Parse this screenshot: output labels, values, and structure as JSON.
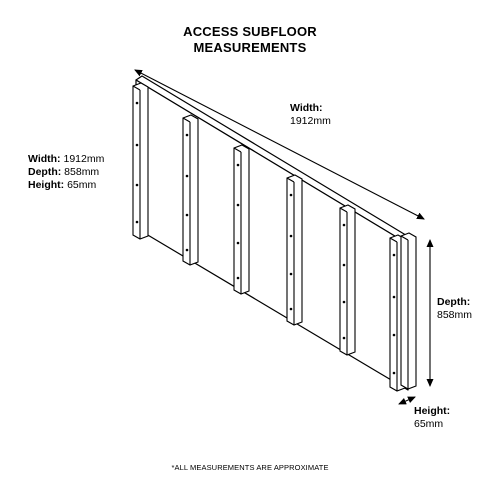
{
  "title_line1": "ACCESS SUBFLOOR",
  "title_line2": "MEASUREMENTS",
  "top_width": {
    "label": "Width:",
    "value": "1912mm"
  },
  "left_summary": {
    "width_label": "Width:",
    "width_value": "1912mm",
    "depth_label": "Depth:",
    "depth_value": "858mm",
    "height_label": "Height:",
    "height_value": "65mm"
  },
  "right_depth": {
    "label": "Depth:",
    "value": "858mm"
  },
  "bottom_height": {
    "label": "Height:",
    "value": "65mm"
  },
  "footnote": "*ALL MEASUREMENTS ARE APPROXIMATE"
}
